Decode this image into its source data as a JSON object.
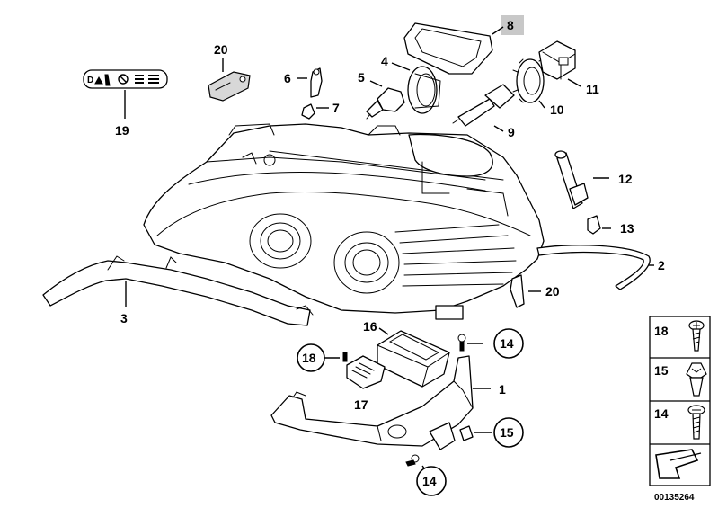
{
  "labels": {
    "p1": "1",
    "p2": "2",
    "p3": "3",
    "p4": "4",
    "p5": "5",
    "p6": "6",
    "p7": "7",
    "p8": "8",
    "p9": "9",
    "p10": "10",
    "p11": "11",
    "p12": "12",
    "p13": "13",
    "p14a": "14",
    "p14b": "14",
    "p15": "15",
    "p16": "16",
    "p17": "17",
    "p18": "18",
    "p19": "19",
    "p20a": "20",
    "p20b": "20"
  },
  "legend": {
    "items": [
      {
        "num": "18",
        "icon": "screw-icon"
      },
      {
        "num": "15",
        "icon": "clip-nut-icon"
      },
      {
        "num": "14",
        "icon": "bolt-icon"
      },
      {
        "num": "",
        "icon": "arrow-icon"
      }
    ]
  },
  "diagram_id": "00135264",
  "colors": {
    "highlight": "#c8c8c8",
    "stroke": "#000000"
  }
}
